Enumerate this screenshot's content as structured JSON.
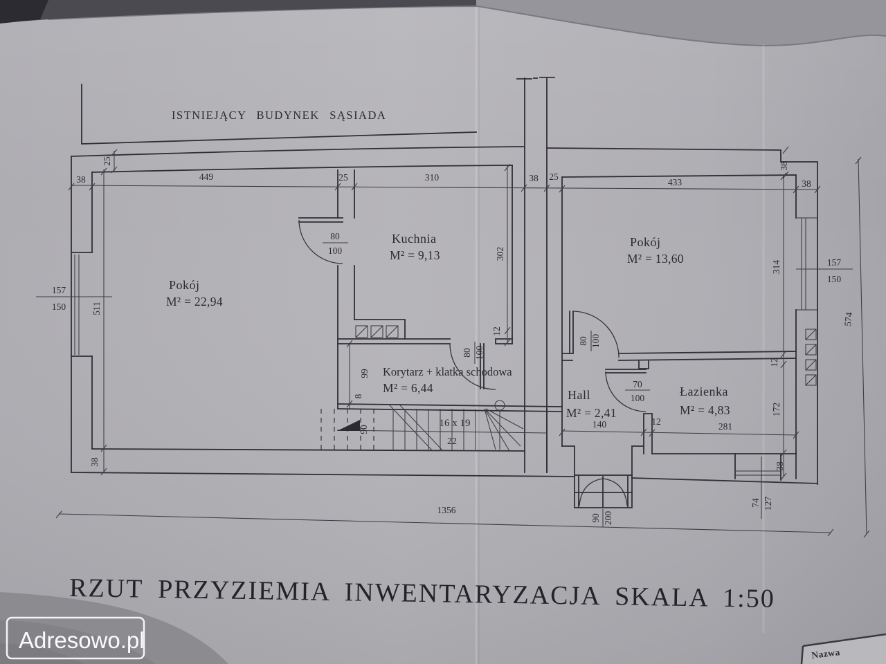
{
  "document": {
    "neighbor_label": "ISTNIEJĄCY BUDYNEK SĄSIADA",
    "title": "RZUT PRZYZIEMIA INWENTARYZACJA SKALA 1:50"
  },
  "rooms": [
    {
      "name": "Pokój",
      "area": "M² = 22,94"
    },
    {
      "name": "Kuchnia",
      "area": "M² = 9,13"
    },
    {
      "name": "Pokój",
      "area": "M² = 13,60"
    },
    {
      "name": "Korytarz + klatka schodowa",
      "area": "M² = 6,44"
    },
    {
      "name": "Hall",
      "area": "M² = 2,41"
    },
    {
      "name": "Łazienka",
      "area": "M² = 4,83"
    }
  ],
  "dims": {
    "top": [
      "38",
      "449",
      "25",
      "310",
      "38",
      "25",
      "433",
      "38"
    ],
    "left": [
      "25",
      "511",
      "38"
    ],
    "kitchen_col": [
      "302",
      "12"
    ],
    "corridor_col": [
      "99",
      "8"
    ],
    "stairs_width": "90",
    "right_col": [
      "38",
      "314",
      "12",
      "172",
      "38"
    ],
    "right_overall": "574",
    "bottom_overall": "1356",
    "hall_row": [
      "140",
      "12",
      "281"
    ]
  },
  "stairs_info": {
    "treads": "16 x 19",
    "run": "22"
  },
  "openings": {
    "door_room1_kitchen": {
      "w": "80",
      "h": "100"
    },
    "door_corridor_kitchen": {
      "w": "80",
      "h": "100"
    },
    "door_hall_room2": {
      "w": "80",
      "h": "100"
    },
    "door_hall_bath": {
      "w": "70",
      "h": "100"
    },
    "entrance_door": {
      "w": "90",
      "h": "200"
    },
    "window_left": {
      "w": "157",
      "h": "150"
    },
    "window_right": {
      "w": "157",
      "h": "150"
    },
    "window_bottom": {
      "w": "74",
      "h": "127"
    }
  },
  "watermark": "Adresowo.pl",
  "title_block": {
    "label": "Nazwa"
  }
}
